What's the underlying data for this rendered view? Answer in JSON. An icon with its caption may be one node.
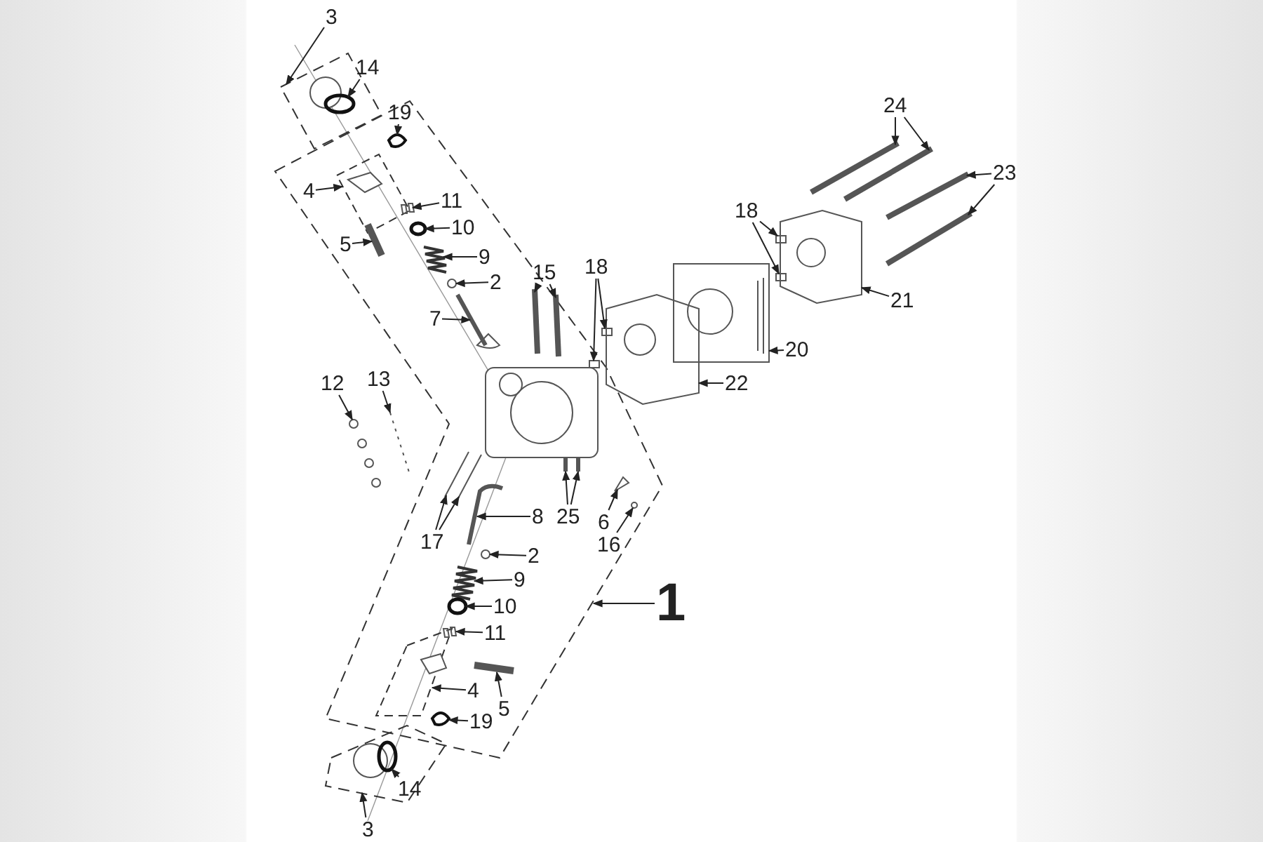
{
  "diagram": {
    "nodes": [
      {
        "text": [
          "3"
        ]
      },
      {
        "text": [
          "14"
        ]
      },
      {
        "text": [
          "24"
        ]
      },
      {
        "text": [
          "19"
        ]
      },
      {
        "text": [
          "23"
        ]
      },
      {
        "text": [
          "11"
        ]
      },
      {
        "text": [
          "4"
        ]
      },
      {
        "text": [
          "18"
        ]
      },
      {
        "text": [
          "10"
        ]
      },
      {
        "text": [
          "5"
        ]
      },
      {
        "text": [
          "9"
        ]
      },
      {
        "text": [
          "18"
        ]
      },
      {
        "text": [
          "15"
        ]
      },
      {
        "text": [
          "2"
        ]
      },
      {
        "text": [
          "21"
        ]
      },
      {
        "text": [
          "7"
        ]
      },
      {
        "text": [
          "20"
        ]
      },
      {
        "text": [
          "12"
        ]
      },
      {
        "text": [
          "13"
        ]
      },
      {
        "text": [
          "22"
        ]
      },
      {
        "text": [
          "8"
        ]
      },
      {
        "text": [
          "25"
        ]
      },
      {
        "text": [
          "6"
        ]
      },
      {
        "text": [
          "17"
        ]
      },
      {
        "text": [
          "16"
        ]
      },
      {
        "text": [
          "2"
        ]
      },
      {
        "text": [
          "9"
        ]
      },
      {
        "text": [
          "1"
        ]
      },
      {
        "text": [
          "10"
        ]
      },
      {
        "text": [
          "11"
        ]
      },
      {
        "text": [
          "4"
        ]
      },
      {
        "text": [
          "5"
        ]
      },
      {
        "text": [
          "19"
        ]
      },
      {
        "text": [
          "14"
        ]
      },
      {
        "text": [
          "3"
        ]
      },
      {
        "text": [],
        "shape": "circle"
      },
      {
        "text": [],
        "shape": "picture"
      },
      {
        "text": [],
        "shape": "picture"
      },
      {
        "text": [],
        "shape": "picture"
      },
      {
        "text": [],
        "shape": "picture"
      },
      {
        "text": [],
        "shape": "picture"
      },
      {
        "text": [],
        "shape": "picture"
      },
      {
        "text": [],
        "shape": "box"
      },
      {
        "text": [],
        "shape": "box"
      },
      {
        "text": [],
        "shape": "circle"
      },
      {
        "text": [],
        "shape": "picture"
      },
      {
        "text": [],
        "shape": "picture"
      },
      {
        "text": [],
        "shape": "box"
      },
      {
        "text": [],
        "shape": "box"
      },
      {
        "text": [],
        "shape": "picture"
      },
      {
        "text": [],
        "shape": "picture"
      },
      {
        "text": [],
        "shape": "circle"
      },
      {
        "text": [],
        "shape": "picture"
      },
      {
        "text": [],
        "shape": "picture"
      },
      {
        "text": [],
        "shape": "picture"
      },
      {
        "text": [],
        "shape": "circle"
      },
      {
        "text": [],
        "shape": "picture"
      },
      {
        "text": [],
        "shape": "picture"
      },
      {
        "text": [],
        "shape": "picture"
      },
      {
        "text": [],
        "shape": "picture"
      },
      {
        "text": [],
        "shape": "picture"
      },
      {
        "text": [],
        "shape": "picture"
      },
      {
        "text": [],
        "shape": "picture"
      },
      {
        "text": [],
        "shape": "picture"
      },
      {
        "text": [],
        "shape": "circle"
      },
      {
        "text": [],
        "shape": "circle"
      },
      {
        "text": [],
        "shape": "picture"
      },
      {
        "text": [],
        "shape": "circle"
      },
      {
        "text": [],
        "shape": "picture"
      },
      {
        "text": [],
        "shape": "picture"
      },
      {
        "text": [],
        "shape": "picture"
      },
      {
        "text": [],
        "shape": "circle"
      }
    ],
    "edges": [
      {
        "from": 0,
        "to": null,
        "arrow": "to"
      },
      {
        "from": 1,
        "to": 35,
        "arrow": "to"
      },
      {
        "from": 2,
        "to": 36,
        "arrow": "to"
      },
      {
        "from": 2,
        "to": 37,
        "arrow": "to"
      },
      {
        "from": 3,
        "to": 38,
        "arrow": "to"
      },
      {
        "from": 4,
        "to": 39,
        "arrow": "to"
      },
      {
        "from": 4,
        "to": 40,
        "arrow": "to"
      },
      {
        "from": 5,
        "to": 41,
        "arrow": "to"
      },
      {
        "from": 6,
        "to": null,
        "arrow": "to"
      },
      {
        "from": 7,
        "to": 42,
        "arrow": "to"
      },
      {
        "from": 7,
        "to": 43,
        "arrow": "to"
      },
      {
        "from": 8,
        "to": 44,
        "arrow": "to"
      },
      {
        "from": 9,
        "to": 45,
        "arrow": "to"
      },
      {
        "from": 10,
        "to": 46,
        "arrow": "to"
      },
      {
        "from": 11,
        "to": 47,
        "arrow": "to"
      },
      {
        "from": 11,
        "to": 48,
        "arrow": "to"
      },
      {
        "from": 12,
        "to": 49,
        "arrow": "to"
      },
      {
        "from": 12,
        "to": 50,
        "arrow": "to"
      },
      {
        "from": 13,
        "to": 51,
        "arrow": "to"
      },
      {
        "from": 14,
        "to": 52,
        "arrow": "to"
      },
      {
        "from": 15,
        "to": 53,
        "arrow": "to"
      },
      {
        "from": 16,
        "to": 54,
        "arrow": "to"
      },
      {
        "from": 17,
        "to": 55,
        "arrow": "to"
      },
      {
        "from": 18,
        "to": 56,
        "arrow": "to"
      },
      {
        "from": 19,
        "to": 57,
        "arrow": "to"
      },
      {
        "from": 20,
        "to": 58,
        "arrow": "to"
      },
      {
        "from": 21,
        "to": 59,
        "arrow": "to"
      },
      {
        "from": 21,
        "to": 60,
        "arrow": "to"
      },
      {
        "from": 22,
        "to": 61,
        "arrow": "to"
      },
      {
        "from": 23,
        "to": 62,
        "arrow": "to"
      },
      {
        "from": 23,
        "to": 63,
        "arrow": "to"
      },
      {
        "from": 24,
        "to": 64,
        "arrow": "to"
      },
      {
        "from": 25,
        "to": 65,
        "arrow": "to"
      },
      {
        "from": 26,
        "to": 66,
        "arrow": "to"
      },
      {
        "from": 27,
        "to": null,
        "arrow": "to"
      },
      {
        "from": 28,
        "to": 67,
        "arrow": "to"
      },
      {
        "from": 29,
        "to": 68,
        "arrow": "to"
      },
      {
        "from": 30,
        "to": null,
        "arrow": "to"
      },
      {
        "from": 31,
        "to": 69,
        "arrow": "to"
      },
      {
        "from": 32,
        "to": 70,
        "arrow": "to"
      },
      {
        "from": 33,
        "to": 71,
        "arrow": "to"
      },
      {
        "from": 34,
        "to": null,
        "arrow": "to"
      }
    ]
  }
}
